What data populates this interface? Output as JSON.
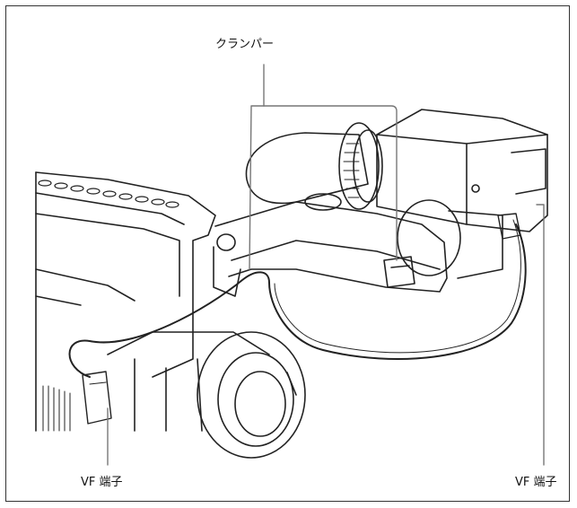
{
  "labels": {
    "clamper": "クランパー",
    "vf_left": "VF 端子",
    "vf_right": "VF 端子"
  },
  "colors": {
    "outline": "#222222",
    "leader": "#777777",
    "border": "#333333"
  }
}
